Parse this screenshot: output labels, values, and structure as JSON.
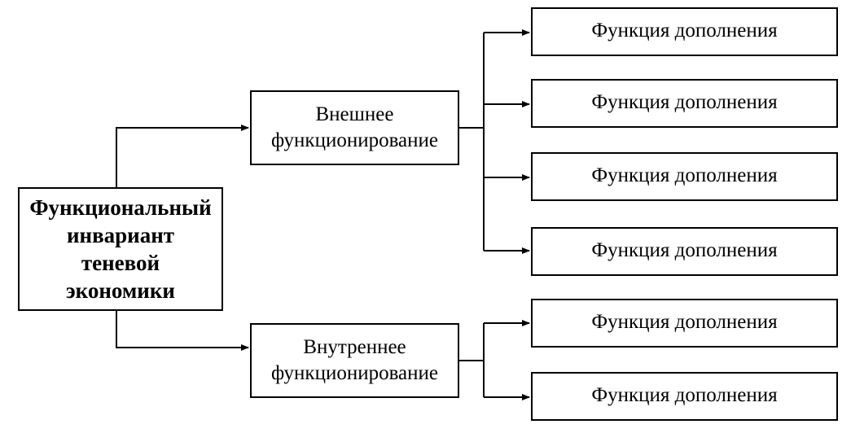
{
  "diagram": {
    "root": {
      "lines": [
        "Функциональный",
        "инвариант",
        "теневой",
        "экономики"
      ]
    },
    "branches": [
      {
        "lines": [
          "Внешнее",
          "функционирование"
        ],
        "children": [
          "Функция дополнения",
          "Функция дополнения",
          "Функция дополнения",
          "Функция дополнения"
        ]
      },
      {
        "lines": [
          "Внутреннее",
          "функционирование"
        ],
        "children": [
          "Функция дополнения",
          "Функция дополнения"
        ]
      }
    ]
  }
}
